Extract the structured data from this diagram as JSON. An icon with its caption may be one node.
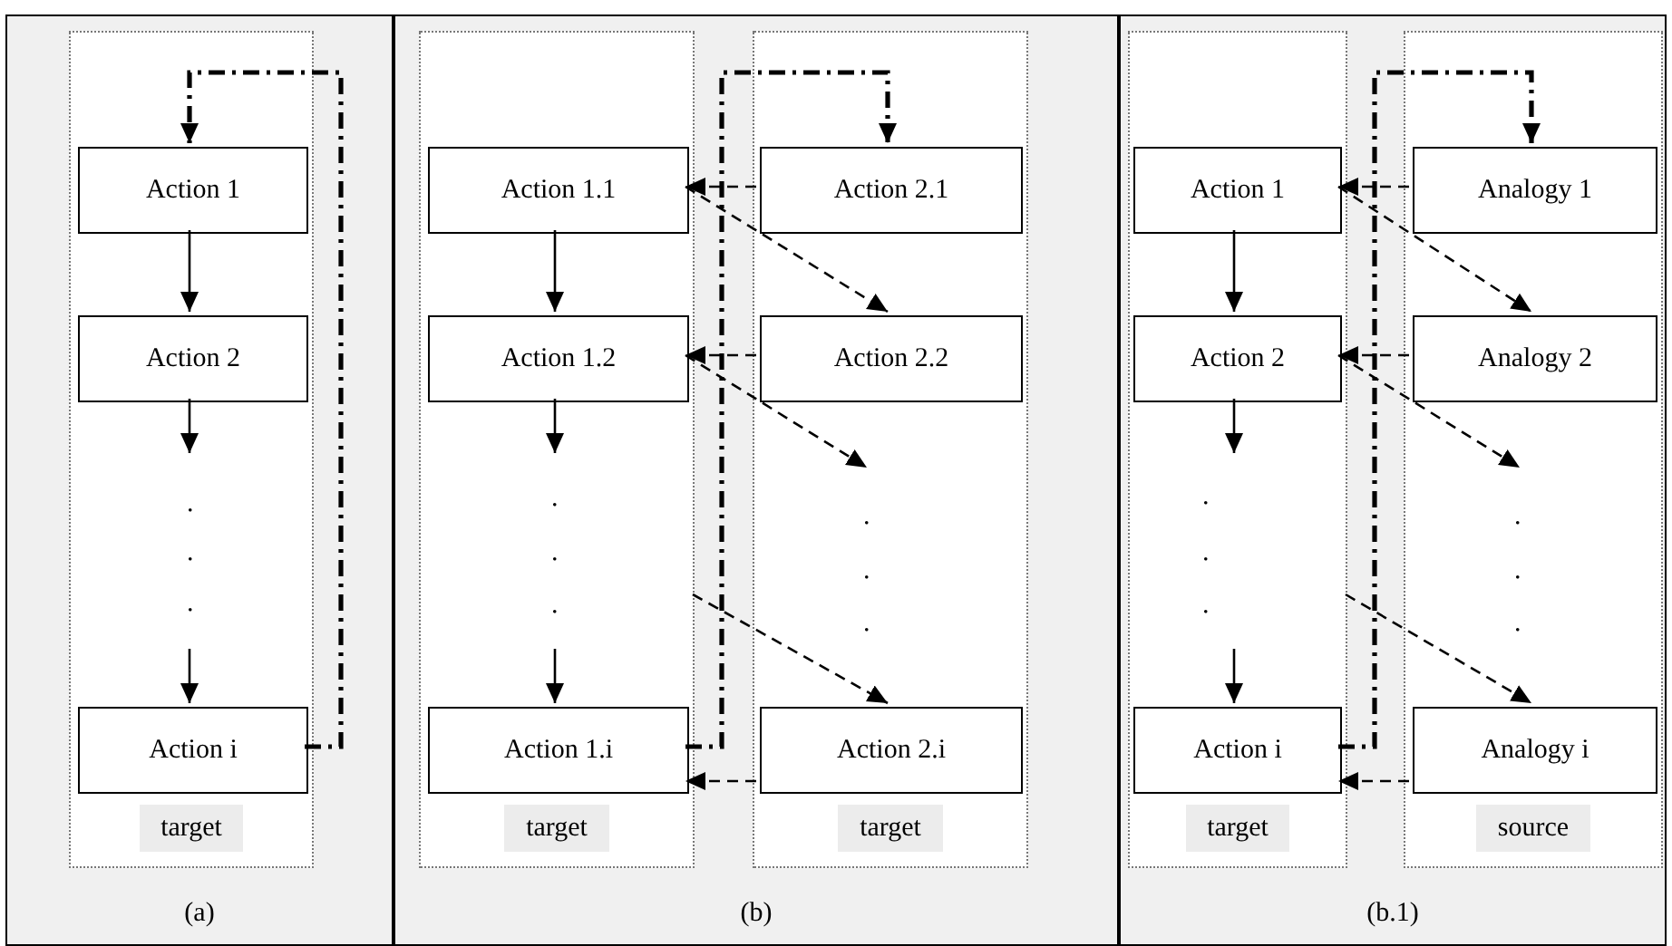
{
  "diagram": {
    "nodes": [
      {
        "text": [
          "(a)"
        ]
      },
      {
        "text": [
          "target"
        ],
        "in": 0
      },
      {
        "text": [
          "Action 1"
        ],
        "in": 1
      },
      {
        "text": [
          "Action 2"
        ],
        "in": 1
      },
      {
        "text": [
          "Action i"
        ],
        "in": 1
      },
      {
        "text": [
          "(b)"
        ]
      },
      {
        "text": [
          "target"
        ],
        "in": 5
      },
      {
        "text": [
          "Action 1.1"
        ],
        "in": 6
      },
      {
        "text": [
          "Action 1.2"
        ],
        "in": 6
      },
      {
        "text": [
          "Action 1.i"
        ],
        "in": 6
      },
      {
        "text": [
          "target"
        ],
        "in": 5
      },
      {
        "text": [
          "Action 2.1"
        ],
        "in": 10
      },
      {
        "text": [
          "Action 2.2"
        ],
        "in": 10
      },
      {
        "text": [
          "Action 2.i"
        ],
        "in": 10
      },
      {
        "text": [
          "(b.1)"
        ]
      },
      {
        "text": [
          "target"
        ],
        "in": 14
      },
      {
        "text": [
          "Action 1"
        ],
        "in": 15
      },
      {
        "text": [
          "Action 2"
        ],
        "in": 15
      },
      {
        "text": [
          "Action i"
        ],
        "in": 15
      },
      {
        "text": [
          "source"
        ],
        "in": 14
      },
      {
        "text": [
          "Analogy 1"
        ],
        "in": 19
      },
      {
        "text": [
          "Analogy 2"
        ],
        "in": 19
      },
      {
        "text": [
          "Analogy i"
        ],
        "in": 19
      }
    ],
    "edges": [
      {
        "from": 2,
        "to": 3,
        "arrow": "to"
      },
      {
        "from": 3,
        "to": null,
        "arrow": "to"
      },
      {
        "from": null,
        "to": 4,
        "arrow": "to"
      },
      {
        "from": 4,
        "to": 2,
        "arrow": "to",
        "style": "dashed"
      },
      {
        "from": 7,
        "to": 8,
        "arrow": "to"
      },
      {
        "from": 8,
        "to": null,
        "arrow": "to"
      },
      {
        "from": null,
        "to": 9,
        "arrow": "to"
      },
      {
        "from": 9,
        "to": 11,
        "arrow": "to",
        "style": "dashed"
      },
      {
        "from": 11,
        "to": 7,
        "arrow": "to",
        "style": "dashed"
      },
      {
        "from": 7,
        "to": 12,
        "arrow": "to",
        "style": "dashed"
      },
      {
        "from": 12,
        "to": 8,
        "arrow": "to",
        "style": "dashed"
      },
      {
        "from": 8,
        "to": null,
        "arrow": "to",
        "style": "dashed"
      },
      {
        "from": 6,
        "to": 13,
        "arrow": "to",
        "style": "dashed"
      },
      {
        "from": 13,
        "to": 9,
        "arrow": "to",
        "style": "dashed"
      },
      {
        "from": 16,
        "to": 17,
        "arrow": "to"
      },
      {
        "from": 17,
        "to": null,
        "arrow": "to"
      },
      {
        "from": null,
        "to": 18,
        "arrow": "to"
      },
      {
        "from": 18,
        "to": 20,
        "arrow": "to",
        "style": "dashed"
      },
      {
        "from": 20,
        "to": 16,
        "arrow": "to",
        "style": "dashed"
      },
      {
        "from": 16,
        "to": 21,
        "arrow": "to",
        "style": "dashed"
      },
      {
        "from": 21,
        "to": 17,
        "arrow": "to",
        "style": "dashed"
      },
      {
        "from": 17,
        "to": null,
        "arrow": "to",
        "style": "dashed"
      },
      {
        "from": 15,
        "to": 22,
        "arrow": "to",
        "style": "dashed"
      },
      {
        "from": 22,
        "to": 18,
        "arrow": "to",
        "style": "dashed"
      }
    ],
    "labels": [
      ".",
      ".",
      ".",
      ".",
      ".",
      ".",
      ".",
      ".",
      ".",
      ".",
      ".",
      ".",
      ".",
      ".",
      "."
    ]
  }
}
